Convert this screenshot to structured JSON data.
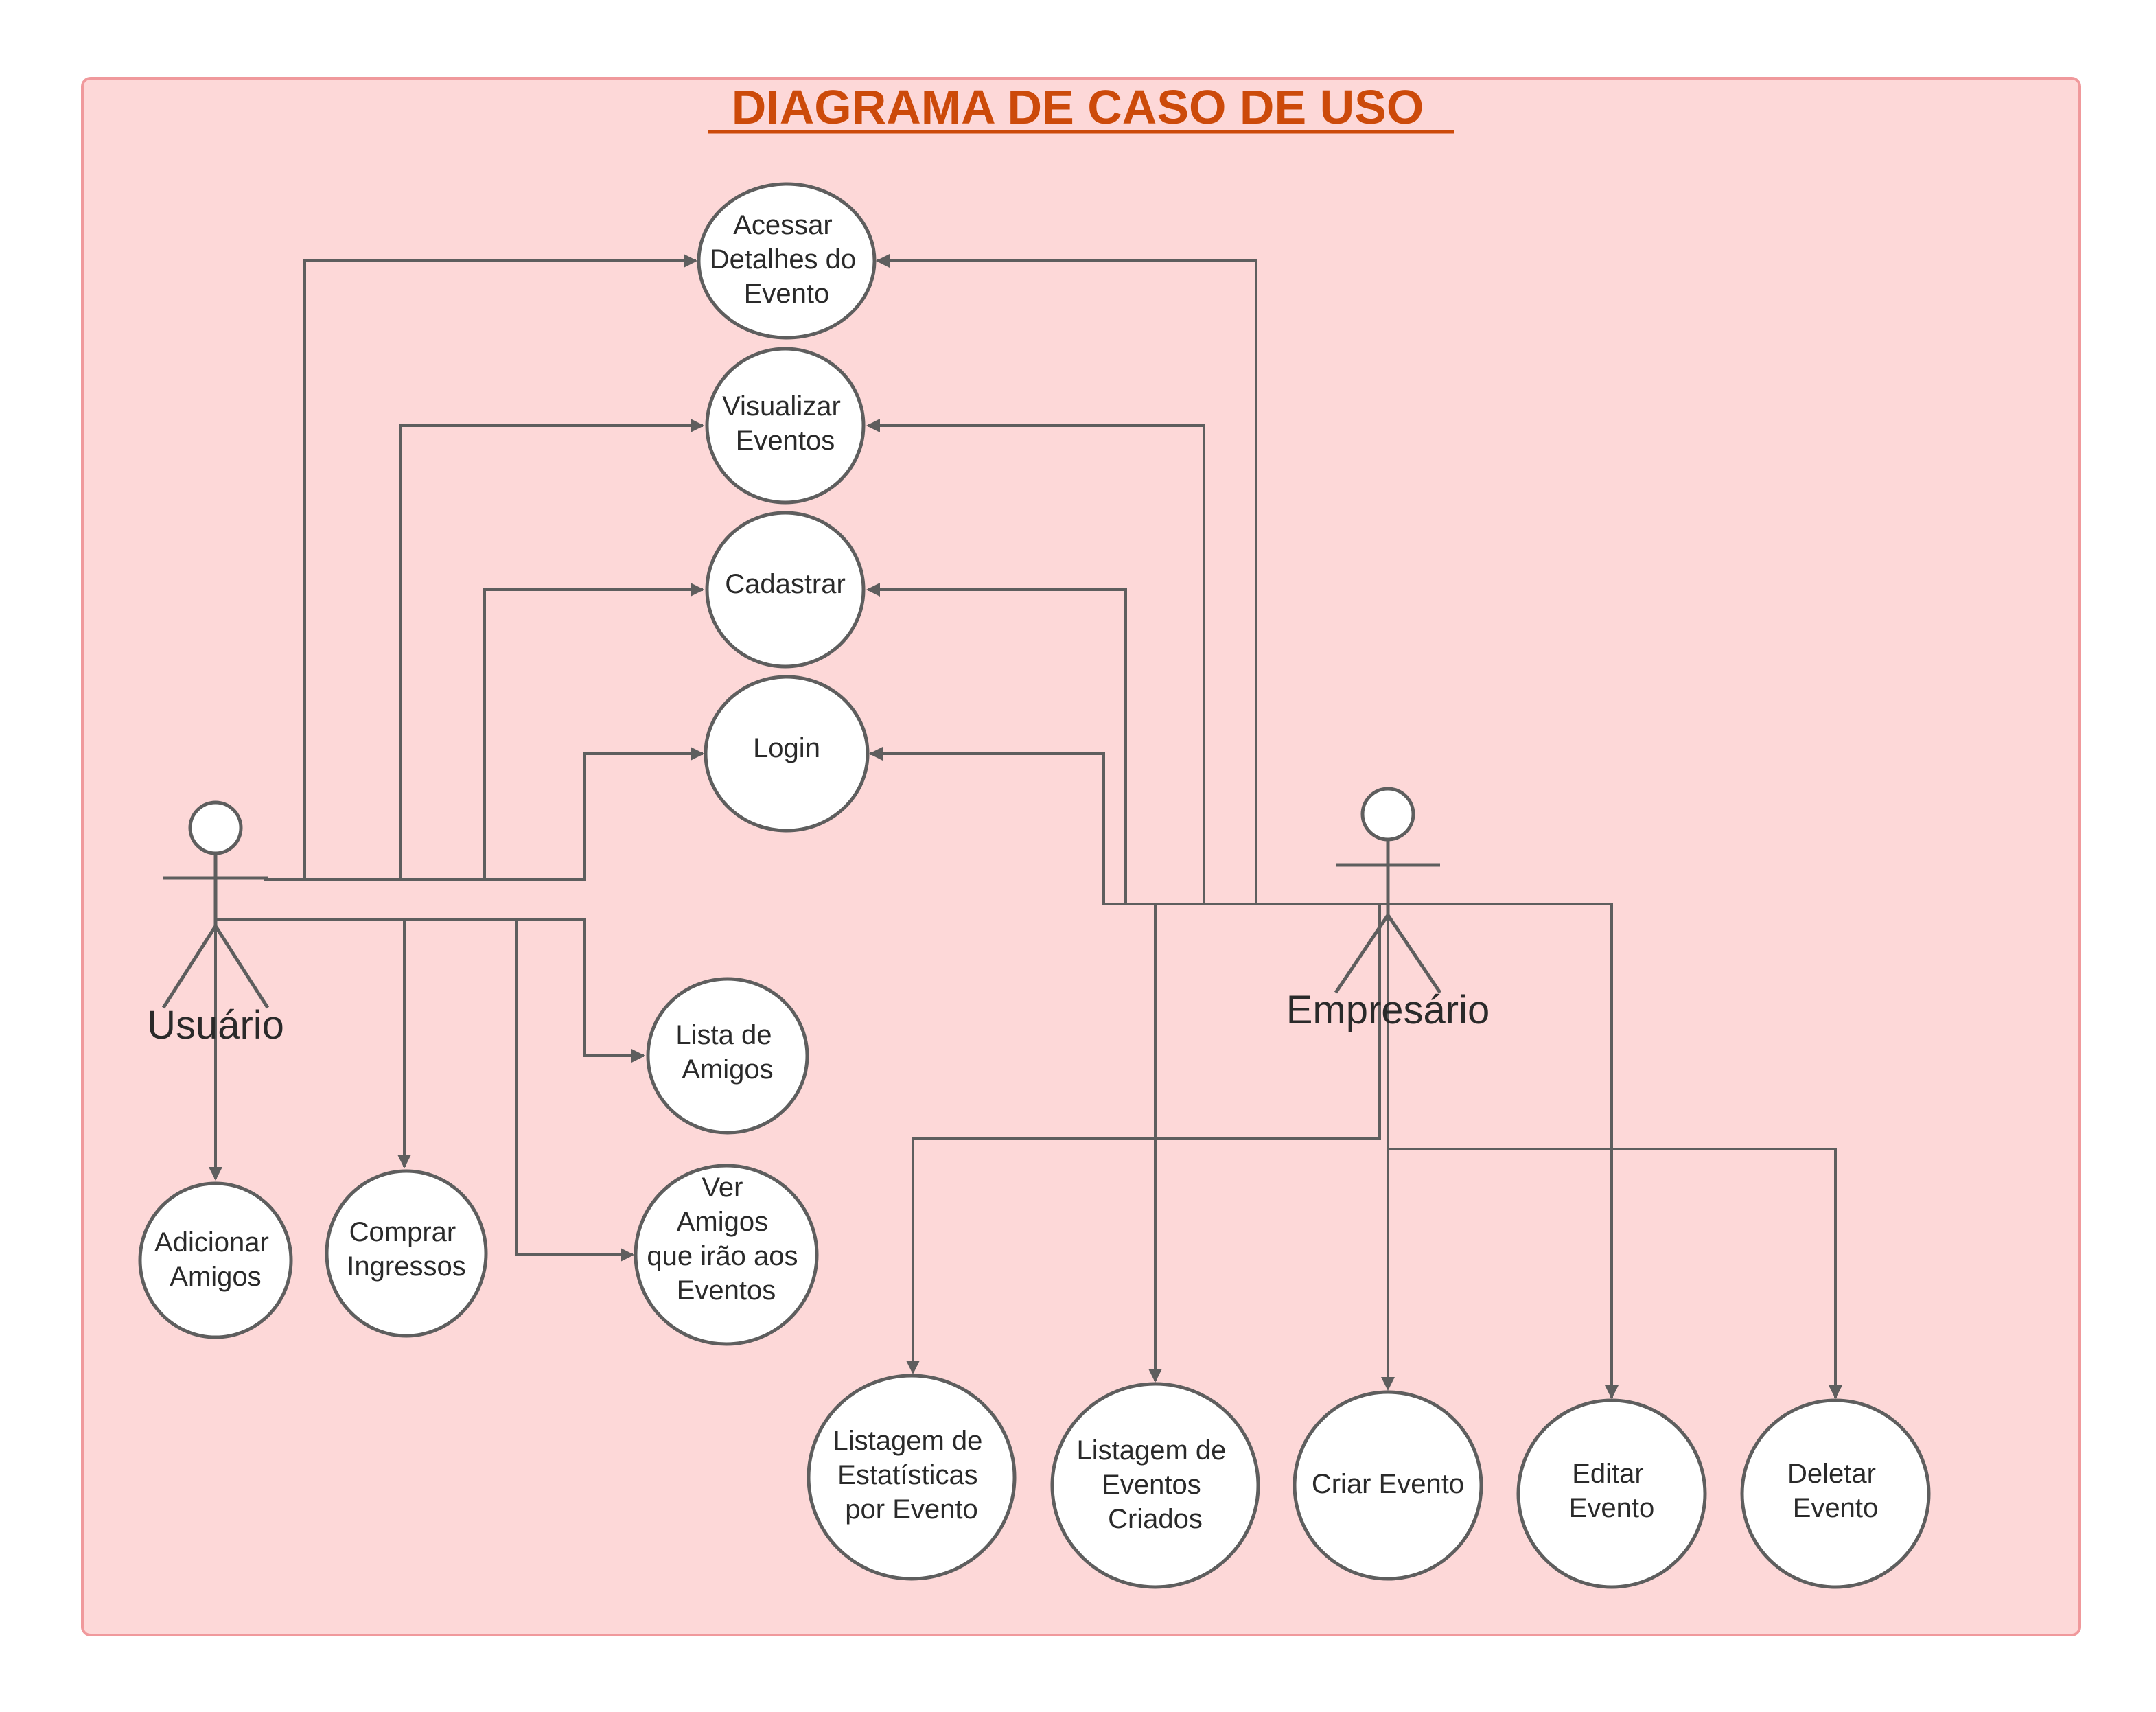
{
  "title": "DIAGRAMA DE CASO DE USO",
  "colors": {
    "frame_fill": "#fdd8d8",
    "frame_stroke": "#f0999c",
    "title": "#cc4a0a",
    "line": "#5e5e5e",
    "text": "#2a2a2a"
  },
  "actors": {
    "usuario": "Usuário",
    "empresario": "Empresário"
  },
  "use_cases": {
    "acessar_detalhes": [
      "Acessar",
      "Detalhes do",
      "Evento"
    ],
    "visualizar_eventos": [
      "Visualizar",
      "Eventos"
    ],
    "cadastrar": [
      "Cadastrar"
    ],
    "login": [
      "Login"
    ],
    "lista_amigos": [
      "Lista de",
      "Amigos"
    ],
    "adicionar_amigos": [
      "Adicionar",
      "Amigos"
    ],
    "comprar_ingressos": [
      "Comprar",
      "Ingressos"
    ],
    "ver_amigos": [
      "Ver",
      "Amigos",
      "que irão aos",
      "Eventos"
    ],
    "listagem_estatisticas": [
      "Listagem de",
      "Estatísticas",
      "por Evento"
    ],
    "listagem_eventos": [
      "Listagem de",
      "Eventos",
      "Criados"
    ],
    "criar_evento": [
      "Criar Evento"
    ],
    "editar_evento": [
      "Editar",
      "Evento"
    ],
    "deletar_evento": [
      "Deletar",
      "Evento"
    ]
  },
  "associations": {
    "usuario": [
      "acessar_detalhes",
      "visualizar_eventos",
      "cadastrar",
      "login",
      "lista_amigos",
      "adicionar_amigos",
      "comprar_ingressos",
      "ver_amigos"
    ],
    "empresario": [
      "acessar_detalhes",
      "visualizar_eventos",
      "cadastrar",
      "login",
      "listagem_estatisticas",
      "listagem_eventos",
      "criar_evento",
      "editar_evento",
      "deletar_evento"
    ]
  }
}
